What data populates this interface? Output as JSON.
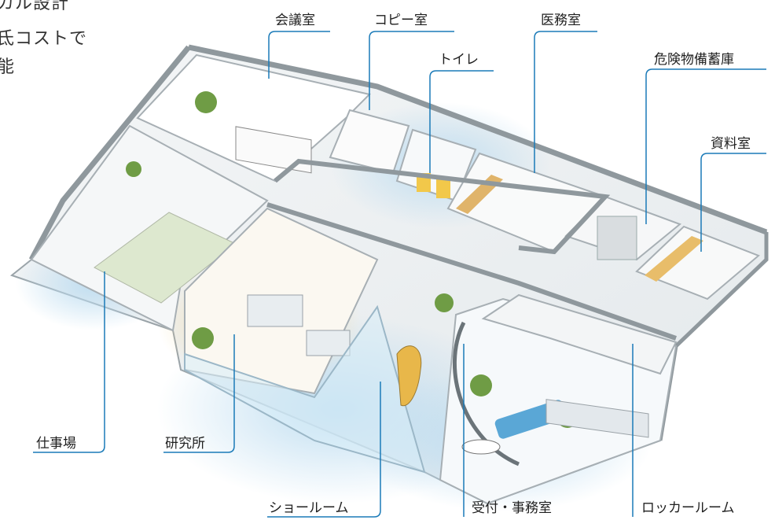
{
  "intro": {
    "line1": "カル設計",
    "line2": "氐コストで",
    "line3": "能"
  },
  "rooms": {
    "meeting": "会議室",
    "copy": "コピー室",
    "medical": "医務室",
    "toilet": "トイレ",
    "hazard_storage": "危険物備蓄庫",
    "archive": "資料室",
    "workplace": "仕事場",
    "lab": "研究所",
    "showroom": "ショールーム",
    "reception_office": "受付・事務室",
    "locker_room": "ロッカールーム"
  },
  "colors": {
    "leader_line": "#1a7ab8",
    "glow_blue": "#bcdcf0",
    "glow_yellow": "#f6d99a",
    "wall": "#ffffff",
    "wall_shade": "#d6dadd",
    "floor": "#eef1f3",
    "plant": "#5c8a3a",
    "sofa": "#5aa7d6"
  }
}
